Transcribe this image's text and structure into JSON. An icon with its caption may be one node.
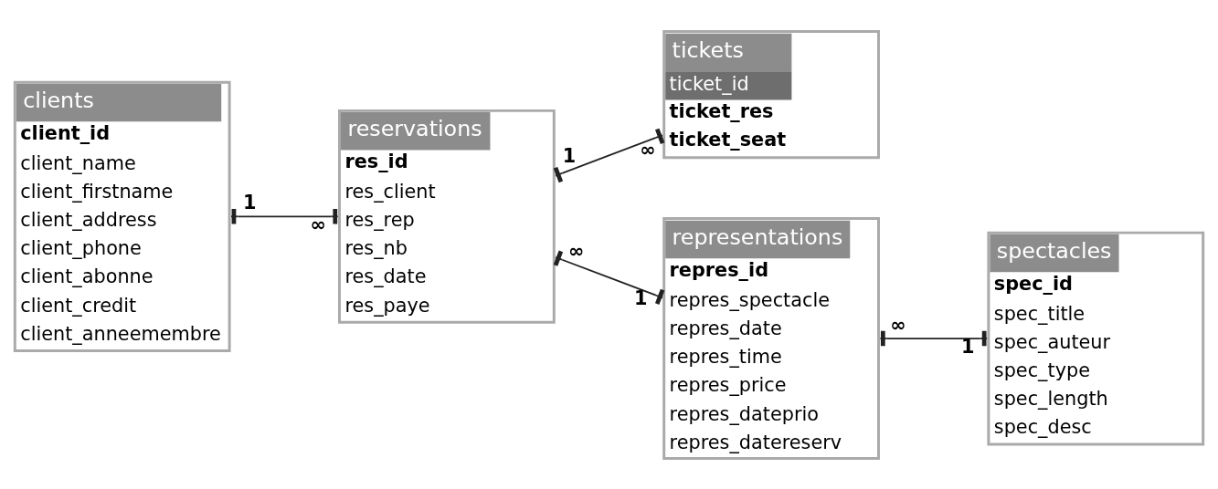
{
  "diagram": {
    "nodes": [
      {
        "text": [
          "clients",
          "client_id",
          "client_name",
          "client_firstname",
          "client_address",
          "client_phone",
          "client_abonne",
          "client_credit",
          "client_anneemembre"
        ]
      },
      {
        "text": [
          "reservations",
          "res_id",
          "res_client",
          "res_rep",
          "res_nb",
          "res_date",
          "res_paye"
        ]
      },
      {
        "text": [
          "tickets",
          "ticket_id",
          "ticket_res",
          "ticket_seat"
        ]
      },
      {
        "text": [
          "representations",
          "repres_id",
          "repres_spectacle",
          "repres_date",
          "repres_time",
          "repres_price",
          "repres_dateprio",
          "repres_datereserv"
        ]
      },
      {
        "text": [
          "spectacles",
          "spec_id",
          "spec_title",
          "spec_auteur",
          "spec_type",
          "spec_length",
          "spec_desc"
        ]
      }
    ],
    "edges": [
      {
        "from": 0,
        "to": 1,
        "arrow": "other"
      },
      {
        "from": 1,
        "to": 2,
        "arrow": "other"
      },
      {
        "from": 1,
        "to": 3,
        "arrow": "other"
      },
      {
        "from": 3,
        "to": 4,
        "arrow": "other"
      }
    ],
    "labels": [
      "1",
      "∞",
      "1",
      "∞",
      "∞",
      "1",
      "∞",
      "1"
    ]
  }
}
